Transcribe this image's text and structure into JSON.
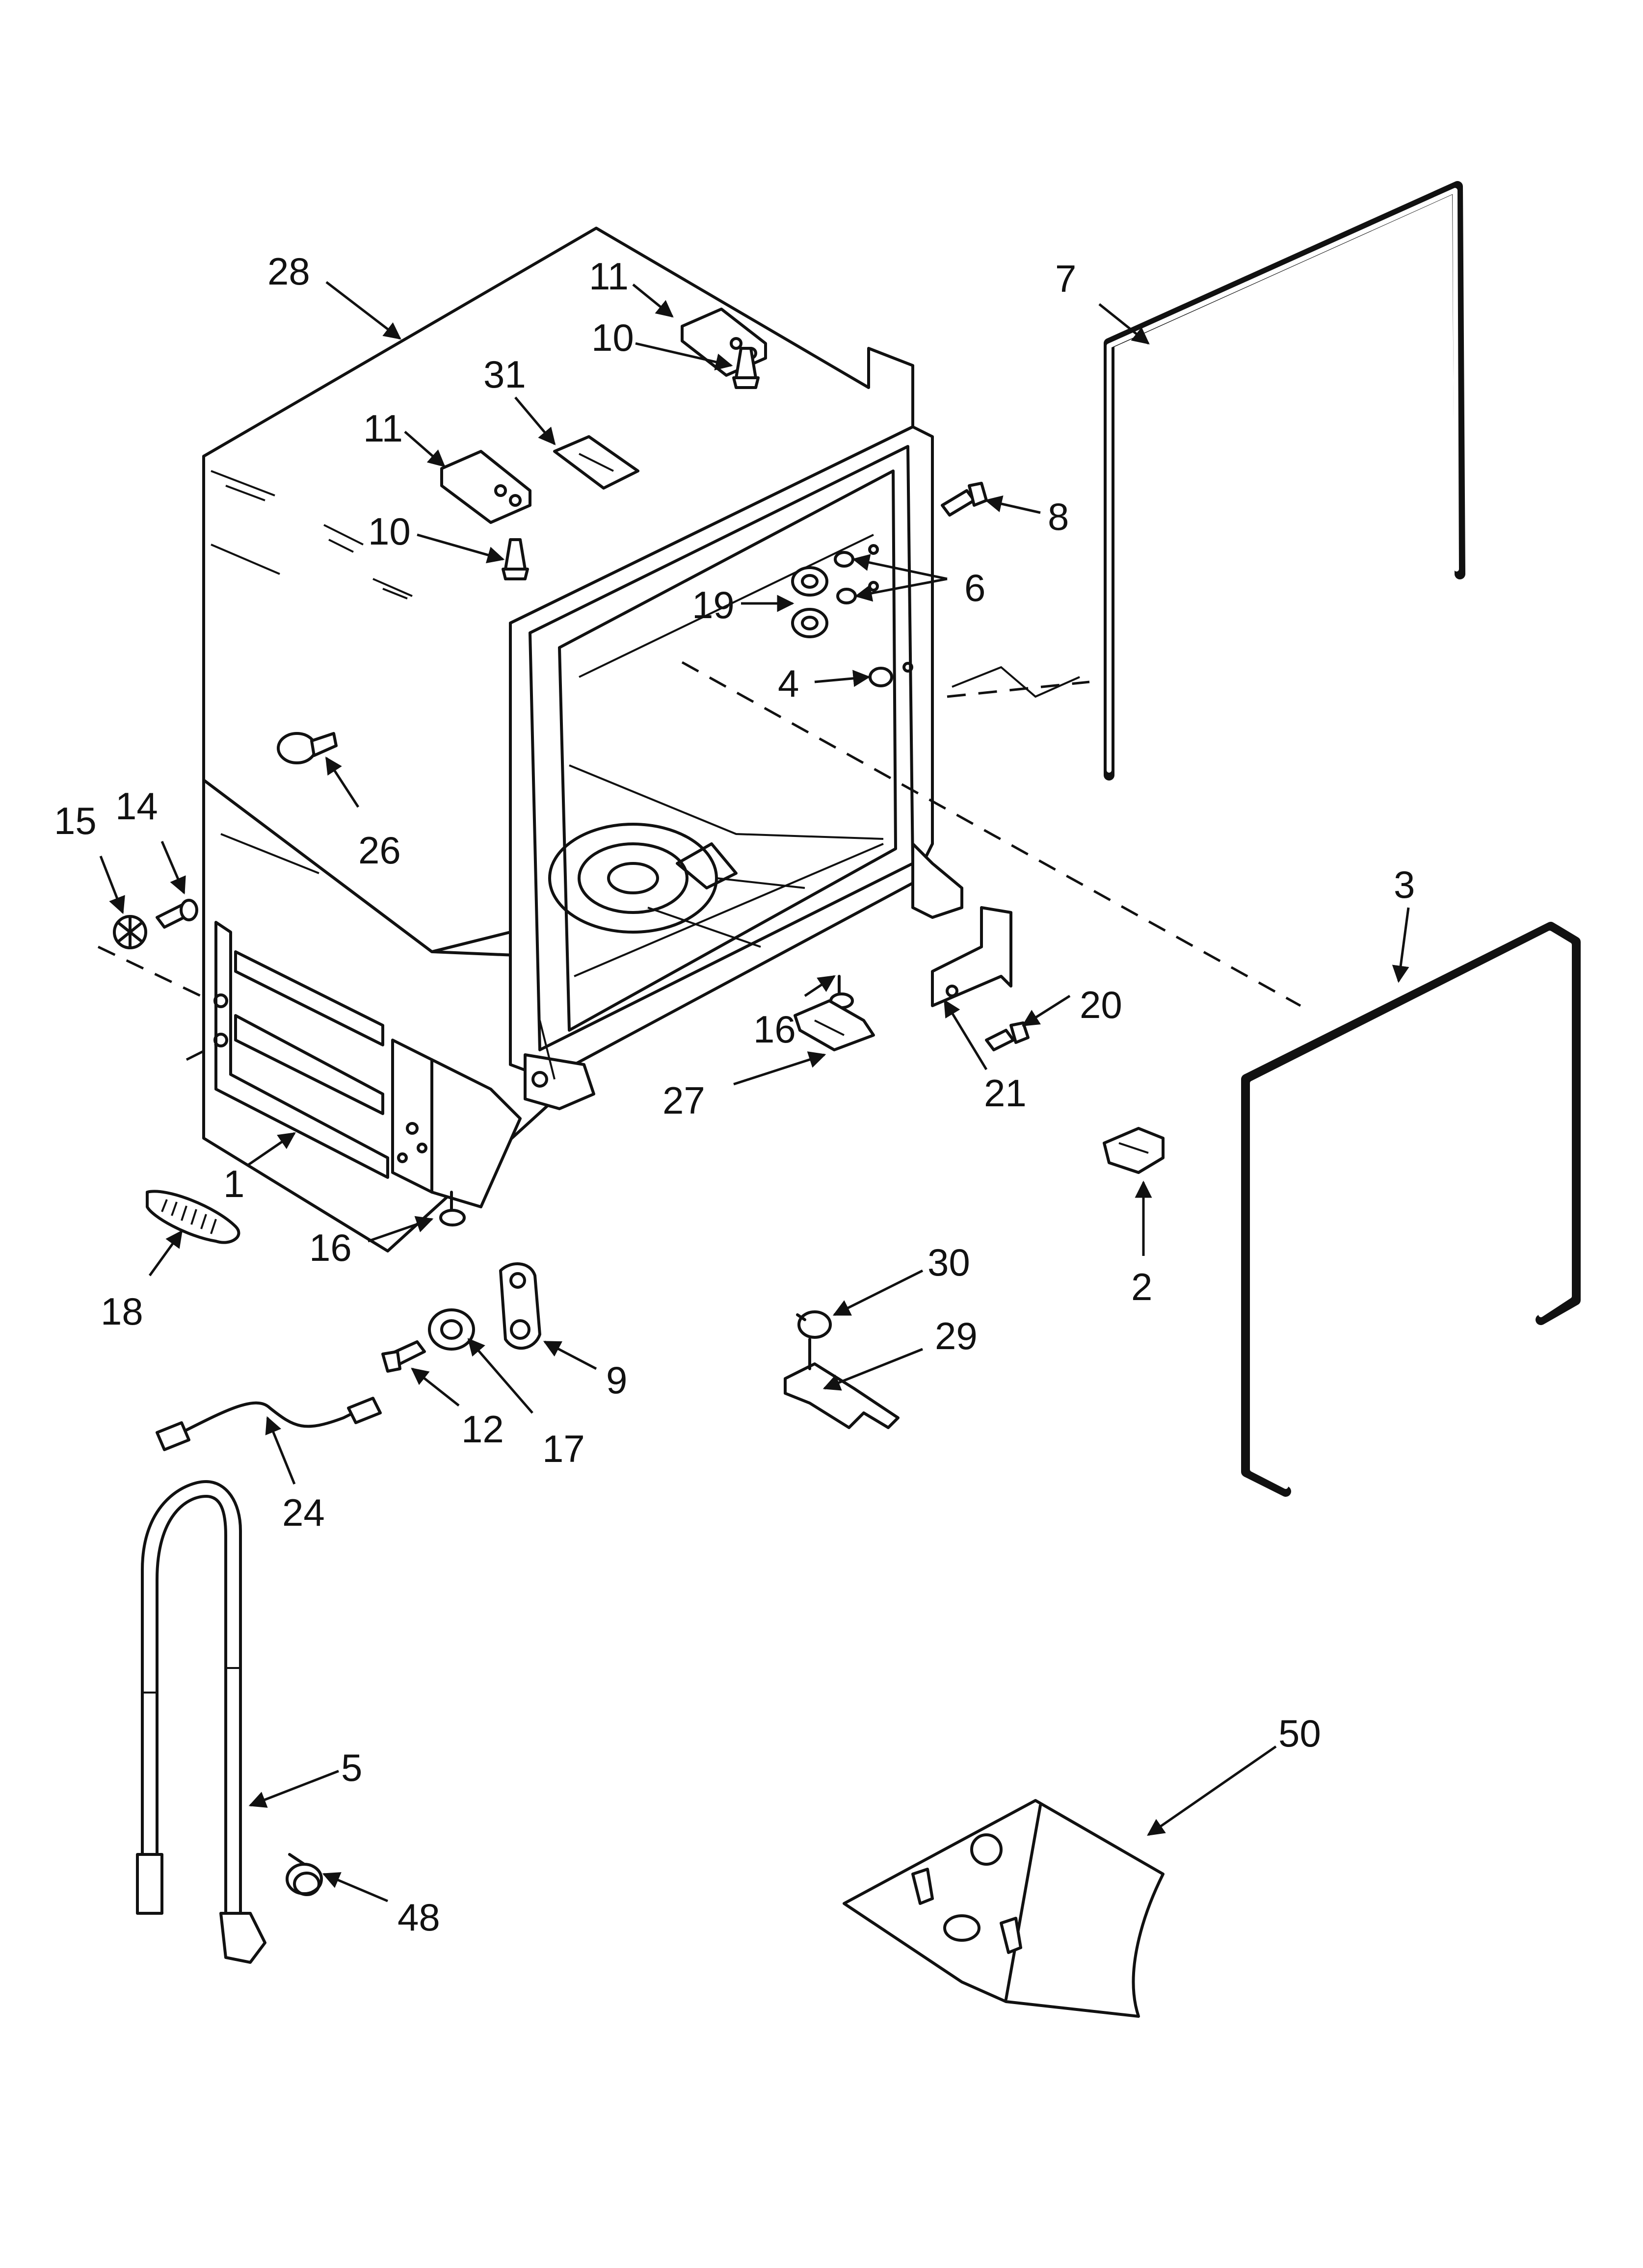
{
  "labels": {
    "l28": "28",
    "l11a": "11",
    "l10a": "10",
    "l31": "31",
    "l11b": "11",
    "l10b": "10",
    "l7": "7",
    "l8": "8",
    "l6": "6",
    "l19": "19",
    "l4": "4",
    "l26": "26",
    "l15": "15",
    "l14": "14",
    "l3": "3",
    "l20": "20",
    "l16a": "16",
    "l21": "21",
    "l27": "27",
    "l1": "1",
    "l2": "2",
    "l16b": "16",
    "l18": "18",
    "l30": "30",
    "l29": "29",
    "l9": "9",
    "l12": "12",
    "l17": "17",
    "l24": "24",
    "l5": "5",
    "l50": "50",
    "l48": "48"
  }
}
